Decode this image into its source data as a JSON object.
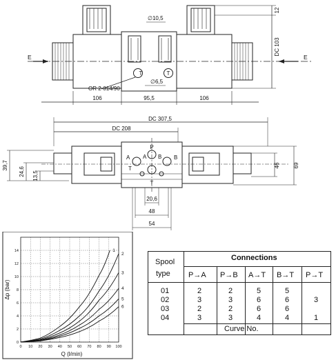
{
  "top_view": {
    "label_e_left": "E",
    "label_e_right": "E",
    "dim_height": "DC 103",
    "dim_coil_top": "12",
    "dim_diameter_top": "∅10,5",
    "dim_diameter_bottom": "∅6,5",
    "port_t_label": "T",
    "oring_note": "OR 2-014/90",
    "dim_bottom_left": "106",
    "dim_bottom_mid": "95,5",
    "dim_bottom_right": "106"
  },
  "front_view": {
    "dim_total": "DC 307,5",
    "dim_partial": "DC 208",
    "dim_left_1": "39,7",
    "dim_left_2": "24,6",
    "dim_left_3": "13,5",
    "dim_right_1": "46",
    "dim_right_2": "69",
    "dim_bottom_1": "20,6",
    "dim_bottom_2": "48",
    "dim_bottom_3": "54",
    "port_labels": [
      "P",
      "A",
      "B",
      "T",
      "A",
      "B",
      "T"
    ]
  },
  "chart_data": {
    "type": "line",
    "xlabel": "Q (l/min)",
    "ylabel": "Δp (bar)",
    "xlim": [
      0,
      100
    ],
    "ylim": [
      0,
      16
    ],
    "x_ticks": [
      "0",
      "10",
      "20",
      "30",
      "40",
      "50",
      "60",
      "70",
      "80",
      "90",
      "100"
    ],
    "y_ticks": [
      "0",
      "2",
      "4",
      "6",
      "8",
      "10",
      "12",
      "14"
    ],
    "grid": true,
    "series": [
      {
        "name": "1",
        "x": [
          0,
          20,
          40,
          60,
          80,
          91
        ],
        "y": [
          0,
          0.6,
          2.4,
          5.4,
          10.2,
          14.0
        ]
      },
      {
        "name": "2",
        "x": [
          0,
          20,
          40,
          60,
          80,
          100
        ],
        "y": [
          0,
          0.45,
          1.8,
          4.0,
          7.8,
          13.5
        ]
      },
      {
        "name": "3",
        "x": [
          0,
          20,
          40,
          60,
          80,
          100
        ],
        "y": [
          0,
          0.35,
          1.4,
          3.2,
          6.4,
          10.6
        ]
      },
      {
        "name": "4",
        "x": [
          0,
          20,
          40,
          60,
          80,
          100
        ],
        "y": [
          0,
          0.28,
          1.1,
          2.6,
          5.0,
          8.2
        ]
      },
      {
        "name": "5",
        "x": [
          0,
          20,
          40,
          60,
          80,
          100
        ],
        "y": [
          0,
          0.22,
          0.9,
          2.1,
          4.0,
          6.6
        ]
      },
      {
        "name": "6",
        "x": [
          0,
          20,
          40,
          60,
          80,
          100
        ],
        "y": [
          0,
          0.18,
          0.7,
          1.6,
          3.2,
          5.4
        ]
      }
    ]
  },
  "table": {
    "spool_header": [
      "Spool",
      "type"
    ],
    "connections_header": "Connections",
    "columns": [
      "P→A",
      "P→B",
      "A→T",
      "B→T",
      "P→T"
    ],
    "rows": [
      [
        "01",
        "2",
        "2",
        "5",
        "5",
        ""
      ],
      [
        "02",
        "3",
        "3",
        "6",
        "6",
        "3"
      ],
      [
        "03",
        "2",
        "2",
        "6",
        "6",
        ""
      ],
      [
        "04",
        "3",
        "3",
        "4",
        "4",
        "1"
      ]
    ],
    "footer": "Curve No."
  }
}
